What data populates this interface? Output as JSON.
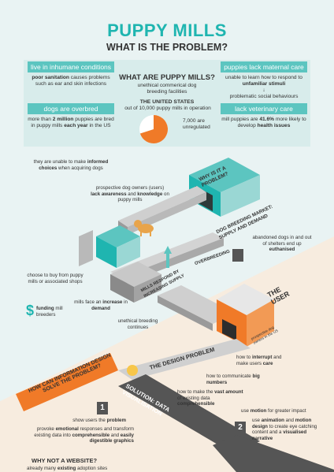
{
  "header": {
    "title": "PUPPY MILLS",
    "subtitle": "WHAT IS THE PROBLEM?"
  },
  "panel": {
    "left_top_heading": "live in inhumane conditions",
    "left_top_body_bold": "poor sanitation",
    "left_top_body": " causes problems such as ear and skin infections",
    "left_bottom_heading": "dogs are overbred",
    "left_bottom_pre": "more than ",
    "left_bottom_bold": "2 million",
    "left_bottom_mid": " puppies are bred in puppy mills ",
    "left_bottom_bold2": "each year",
    "left_bottom_post": " in the US",
    "center_heading": "WHAT ARE PUPPY MILLS?",
    "center_body": "unethical commerical dog breeding facilities",
    "stat_heading": "THE UNITED STATES",
    "stat_sub": "out of 10,000 puppy mills in operation",
    "stat_label": "7,000 are unregulated",
    "right_top_heading": "puppies lack maternal care",
    "right_top_pre": "unable to learn how to respond to ",
    "right_top_bold": "unfamiliar stimuli",
    "right_top_arrow": "↓",
    "right_top_post": "problematic social behaviours",
    "right_bottom_heading": "lack veterinary care",
    "right_bottom_pre": "mill puppies are ",
    "right_bottom_bold": "41.6%",
    "right_bottom_mid": " more likely to develop ",
    "right_bottom_bold2": "health issues"
  },
  "pie": {
    "unregulated_fraction": 0.7,
    "colors": {
      "main": "#f07a28",
      "rest": "#ffffff"
    }
  },
  "flow": {
    "a1_pre": "they are unable to make ",
    "a1_bold": "informed choices",
    "a1_post": " when acquiring dogs",
    "a2_pre": "prospective dog owners (users) ",
    "a2_bold": "lack awareness",
    "a2_mid": " and ",
    "a2_bold2": "knowledge",
    "a2_post": " on puppy mills",
    "why": "WHY IS IT A PROBLEM?",
    "market": "DOG BREEDING MARKET: SUPPLY AND DEMAND",
    "a3_pre": "abandoned dogs in and out of shelters end up ",
    "a3_bold": "euthanised",
    "overbreeding": "OVERBREEDING",
    "mills_respond": "MILLS RESPOND BY INCREASING SUPPLY",
    "a4": "choose to buy from puppy mills or associated shops",
    "a5_pre": "mills face an ",
    "a5_bold": "increase",
    "a5_mid": " in ",
    "a5_bold2": "demand",
    "a6_bold": "funding",
    "a6_post": " mill breeders",
    "dollar": "$",
    "a7": "unethical breeding continues",
    "the_user": "THE USER",
    "user_small": "prospective dog owners in the US"
  },
  "design": {
    "banner": "HOW CAN INFORMATION DESIGN SOLVE THE PROBLEM?",
    "problem": "THE DESIGN PROBLEM",
    "b1_pre": "how to ",
    "b1_bold": "interrupt",
    "b1_mid": " and make users ",
    "b1_bold2": "care",
    "b2_pre": "how to communicate ",
    "b2_bold": "big numbers",
    "b3_pre": "how to make the ",
    "b3_bold": "vast amount",
    "b3_mid": " of existing data ",
    "b3_bold2": "comprehensible",
    "solution": "SOLUTION: DATA VISUALISATION",
    "s1_num": "1",
    "s1_l1_pre": "show users the ",
    "s1_l1_bold": "problem",
    "s1_l2_pre": "provoke ",
    "s1_l2_bold": "emotional",
    "s1_l2_post": " responses and transform existing data into ",
    "s1_l2_bold2": "comprehensible",
    "s1_l2_mid": " and ",
    "s1_l2_bold3": "easily digestible graphics",
    "m1_pre": "use ",
    "m1_bold": "motion",
    "m1_post": " for greater impact",
    "s2_num": "2",
    "m2_pre": "use ",
    "m2_bold": "animation",
    "m2_mid": " and ",
    "m2_bold2": "motion design",
    "m2_post": " to create eye catching content and a ",
    "m2_bold3": "visualised narrative",
    "why_web": "WHY NOT A WEBSITE?",
    "web_pre": "already many ",
    "web_bold": "existing",
    "web_post": " adoption sites"
  },
  "colors": {
    "teal": "#1fb5b0",
    "teal_light": "#5cc5c0",
    "orange": "#f07a28",
    "grey": "#b9b9b9",
    "dark": "#4a4a4a"
  }
}
